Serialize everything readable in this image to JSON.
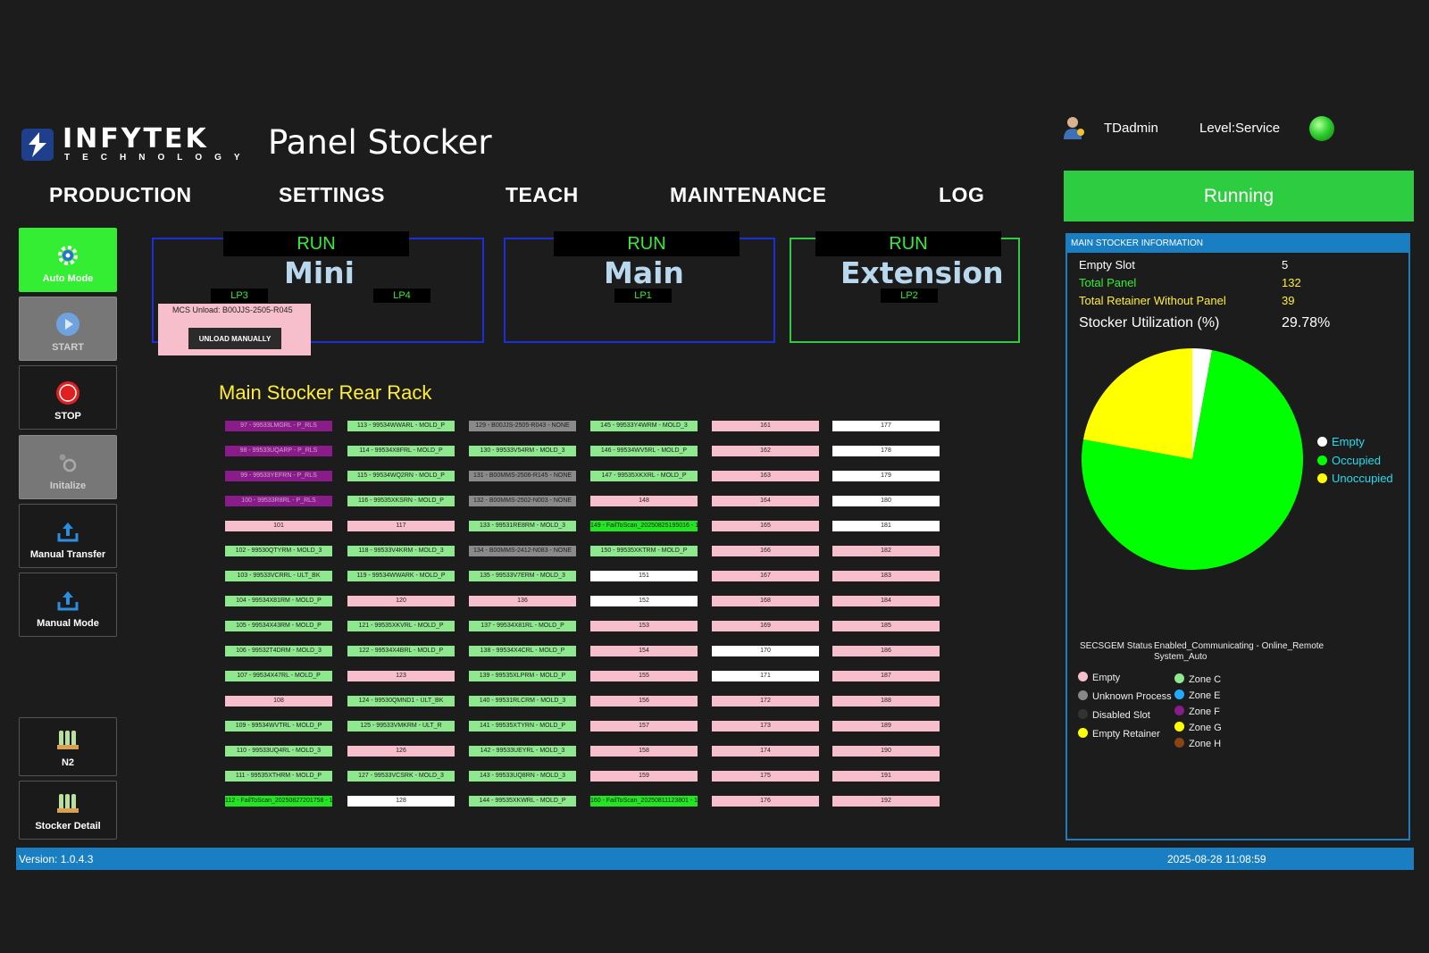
{
  "header": {
    "logo_text": "INFYTEK",
    "logo_sub": "TECHNOLOGY",
    "title": "Panel Stocker",
    "user": "TDadmin",
    "level": "Level:Service"
  },
  "nav": [
    "PRODUCTION",
    "SETTINGS",
    "TEACH",
    "MAINTENANCE",
    "LOG"
  ],
  "status_text": "Running",
  "side_buttons": [
    "Auto Mode",
    "START",
    "STOP",
    "Initalize",
    "Manual Transfer",
    "Manual Mode",
    "N2",
    "Stocker Detail"
  ],
  "stockers": [
    {
      "run": "RUN",
      "name": "Mini",
      "ports": [
        "LP3",
        "LP4"
      ]
    },
    {
      "run": "RUN",
      "name": "Main",
      "ports": [
        "LP1"
      ]
    },
    {
      "run": "RUN",
      "name": "Extension",
      "ports": [
        "LP2"
      ]
    }
  ],
  "mcs_popup": {
    "text": "MCS Unload: B00JJS-2505-R045",
    "button": "UNLOAD MANUALLY"
  },
  "rack_title": "Main Stocker Rear Rack",
  "rack": [
    [
      {
        "t": "97 - 99533LMGRL - P_RLS",
        "c": "purple"
      },
      {
        "t": "98 - 99533UQARP - P_RLS",
        "c": "purple"
      },
      {
        "t": "99 - 99533YEFRN - P_RLS",
        "c": "purple"
      },
      {
        "t": "100 - 99533R8RL - P_RLS",
        "c": "purple"
      },
      {
        "t": "101",
        "c": "pink"
      },
      {
        "t": "102 - 99530QTYRM - MOLD_3",
        "c": "lgreen"
      },
      {
        "t": "103 - 99533VCRRL - ULT_BK",
        "c": "lgreen"
      },
      {
        "t": "104 - 99534X81RM - MOLD_P",
        "c": "lgreen"
      },
      {
        "t": "105 - 99534X43RM - MOLD_P",
        "c": "lgreen"
      },
      {
        "t": "106 - 99532T4DRM - MOLD_3",
        "c": "lgreen"
      },
      {
        "t": "107 - 99534X47RL - MOLD_P",
        "c": "lgreen"
      },
      {
        "t": "108",
        "c": "pink"
      },
      {
        "t": "109 - 99534WVTRL - MOLD_P",
        "c": "lgreen"
      },
      {
        "t": "110 - 99533UQ4RL - MOLD_3",
        "c": "lgreen"
      },
      {
        "t": "111 - 99535XTHRM - MOLD_P",
        "c": "lgreen"
      },
      {
        "t": "112 - FailToScan_20250827201758 - 1",
        "c": "green"
      }
    ],
    [
      {
        "t": "113 - 99534WWARL - MOLD_P",
        "c": "lgreen"
      },
      {
        "t": "114 - 99534X8FRL - MOLD_P",
        "c": "lgreen"
      },
      {
        "t": "115 - 99534WQ2RN - MOLD_P",
        "c": "lgreen"
      },
      {
        "t": "116 - 99535XKSRN - MOLD_P",
        "c": "lgreen"
      },
      {
        "t": "117",
        "c": "pink"
      },
      {
        "t": "118 - 99533V4KRM - MOLD_3",
        "c": "lgreen"
      },
      {
        "t": "119 - 99534WWARK - MOLD_P",
        "c": "lgreen"
      },
      {
        "t": "120",
        "c": "pink"
      },
      {
        "t": "121 - 99535XKVRL - MOLD_P",
        "c": "lgreen"
      },
      {
        "t": "122 - 99534X4BRL - MOLD_P",
        "c": "lgreen"
      },
      {
        "t": "123",
        "c": "pink"
      },
      {
        "t": "124 - 99530QMND1 - ULT_BK",
        "c": "lgreen"
      },
      {
        "t": "125 - 99533VMKRM - ULT_R",
        "c": "lgreen"
      },
      {
        "t": "126",
        "c": "pink"
      },
      {
        "t": "127 - 99533VCSRK - MOLD_3",
        "c": "lgreen"
      },
      {
        "t": "128",
        "c": "white"
      }
    ],
    [
      {
        "t": "129 - B00JJS-2505-R043 - NONE",
        "c": "gray"
      },
      {
        "t": "130 - 99533V54RM - MOLD_3",
        "c": "lgreen"
      },
      {
        "t": "131 - B00MMS-2506-R145 - NONE",
        "c": "gray"
      },
      {
        "t": "132 - B00MMS-2502-N003 - NONE",
        "c": "gray"
      },
      {
        "t": "133 - 99531RE8RM - MOLD_3",
        "c": "lgreen"
      },
      {
        "t": "134 - B00MMS-2412-N083 - NONE",
        "c": "gray"
      },
      {
        "t": "135 - 99533V7ERM - MOLD_3",
        "c": "lgreen"
      },
      {
        "t": "136",
        "c": "pink"
      },
      {
        "t": "137 - 99534X81RL - MOLD_P",
        "c": "lgreen"
      },
      {
        "t": "138 - 99534X4CRL - MOLD_P",
        "c": "lgreen"
      },
      {
        "t": "139 - 99535XLPRM - MOLD_P",
        "c": "lgreen"
      },
      {
        "t": "140 - 99531RLCRM - MOLD_3",
        "c": "lgreen"
      },
      {
        "t": "141 - 99535XTYRN - MOLD_P",
        "c": "lgreen"
      },
      {
        "t": "142 - 99533UEYRL - MOLD_3",
        "c": "lgreen"
      },
      {
        "t": "143 - 99533UQ8RN - MOLD_3",
        "c": "lgreen"
      },
      {
        "t": "144 - 99535XKWRL - MOLD_P",
        "c": "lgreen"
      }
    ],
    [
      {
        "t": "145 - 99533Y4WRM - MOLD_3",
        "c": "lgreen"
      },
      {
        "t": "146 - 99534WV5RL - MOLD_P",
        "c": "lgreen"
      },
      {
        "t": "147 - 99535XKXRL - MOLD_P",
        "c": "lgreen"
      },
      {
        "t": "148",
        "c": "pink"
      },
      {
        "t": "149 - FailToScan_20250825195016 - 1",
        "c": "green"
      },
      {
        "t": "150 - 99535XKTRM - MOLD_P",
        "c": "lgreen"
      },
      {
        "t": "151",
        "c": "white"
      },
      {
        "t": "152",
        "c": "white"
      },
      {
        "t": "153",
        "c": "pink"
      },
      {
        "t": "154",
        "c": "pink"
      },
      {
        "t": "155",
        "c": "pink"
      },
      {
        "t": "156",
        "c": "pink"
      },
      {
        "t": "157",
        "c": "pink"
      },
      {
        "t": "158",
        "c": "pink"
      },
      {
        "t": "159",
        "c": "pink"
      },
      {
        "t": "160 - FailToScan_20250811123801 - 1",
        "c": "green"
      }
    ],
    [
      {
        "t": "161",
        "c": "pink"
      },
      {
        "t": "162",
        "c": "pink"
      },
      {
        "t": "163",
        "c": "pink"
      },
      {
        "t": "164",
        "c": "pink"
      },
      {
        "t": "165",
        "c": "pink"
      },
      {
        "t": "166",
        "c": "pink"
      },
      {
        "t": "167",
        "c": "pink"
      },
      {
        "t": "168",
        "c": "pink"
      },
      {
        "t": "169",
        "c": "pink"
      },
      {
        "t": "170",
        "c": "white"
      },
      {
        "t": "171",
        "c": "white"
      },
      {
        "t": "172",
        "c": "pink"
      },
      {
        "t": "173",
        "c": "pink"
      },
      {
        "t": "174",
        "c": "pink"
      },
      {
        "t": "175",
        "c": "pink"
      },
      {
        "t": "176",
        "c": "pink"
      }
    ],
    [
      {
        "t": "177",
        "c": "white"
      },
      {
        "t": "178",
        "c": "white"
      },
      {
        "t": "179",
        "c": "white"
      },
      {
        "t": "180",
        "c": "white"
      },
      {
        "t": "181",
        "c": "white"
      },
      {
        "t": "182",
        "c": "pink"
      },
      {
        "t": "183",
        "c": "pink"
      },
      {
        "t": "184",
        "c": "pink"
      },
      {
        "t": "185",
        "c": "pink"
      },
      {
        "t": "186",
        "c": "pink"
      },
      {
        "t": "187",
        "c": "pink"
      },
      {
        "t": "188",
        "c": "pink"
      },
      {
        "t": "189",
        "c": "pink"
      },
      {
        "t": "190",
        "c": "pink"
      },
      {
        "t": "191",
        "c": "pink"
      },
      {
        "t": "192",
        "c": "pink"
      }
    ]
  ],
  "info": {
    "header": "MAIN STOCKER INFORMATION",
    "empty_slot_label": "Empty Slot",
    "empty_slot_value": "5",
    "total_panel_label": "Total Panel",
    "total_panel_value": "132",
    "retainer_label": "Total Retainer Without Panel",
    "retainer_value": "39",
    "util_label": "Stocker Utilization (%)",
    "util_value": "29.78%",
    "secsgem_label": "SECSGEM Status",
    "secsgem_value": "Enabled_Communicating - Online_Remote",
    "secsgem_value2": "System_Auto"
  },
  "pie": {
    "slices": [
      {
        "name": "Empty",
        "value": 5,
        "color": "#ffffff"
      },
      {
        "name": "Occupied",
        "value": 132,
        "color": "#00ff00"
      },
      {
        "name": "Unoccupied",
        "value": 39,
        "color": "#ffff00"
      }
    ]
  },
  "legend_left": [
    {
      "label": "Empty",
      "color": "#f7bfcb"
    },
    {
      "label": "Unknown Process",
      "color": "#888888"
    },
    {
      "label": "Disabled Slot",
      "color": "#333333"
    },
    {
      "label": "Empty Retainer",
      "color": "#ffff00"
    }
  ],
  "legend_right": [
    {
      "label": "Zone C",
      "color": "#8ee88e"
    },
    {
      "label": "Zone E",
      "color": "#22aaff"
    },
    {
      "label": "Zone F",
      "color": "#8a1b8a"
    },
    {
      "label": "Zone G",
      "color": "#ffff00"
    },
    {
      "label": "Zone H",
      "color": "#8b4513"
    }
  ],
  "footer": {
    "version": "Version: 1.0.4.3",
    "datetime": "2025-08-28 11:08:59"
  }
}
